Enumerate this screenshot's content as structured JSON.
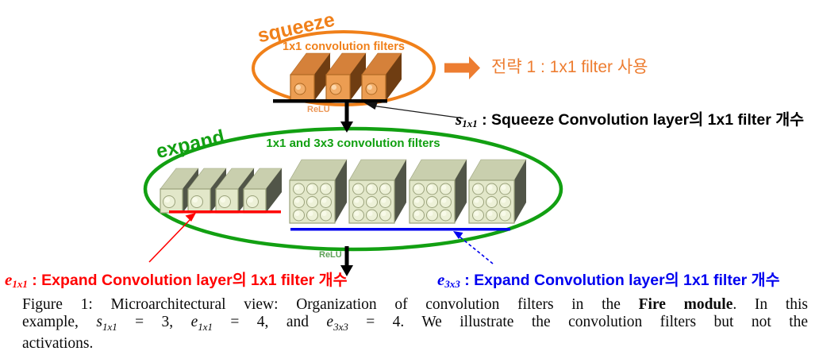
{
  "palette": {
    "orange": "#F0801A",
    "orange_text": "#ED7D31",
    "green": "#12A012",
    "red": "#FF0000",
    "blue": "#0000EE",
    "black": "#000000"
  },
  "squeeze": {
    "label": "squeeze",
    "title": "1x1 convolution filters",
    "filter_count": 3,
    "relu": "ReLU"
  },
  "strategy": {
    "text": "전략 1 : 1x1 filter 사용"
  },
  "squeeze_annotation": {
    "symbol": "s",
    "subscript": "1x1",
    "text": " : Squeeze Convolution layer의 1x1 filter 개수"
  },
  "expand": {
    "label": "expand",
    "title": "1x1 and 3x3 convolution filters",
    "filter_1x1_count": 4,
    "filter_3x3_count": 4,
    "relu": "ReLU"
  },
  "expand_1x1_annotation": {
    "symbol": "e",
    "subscript": "1x1",
    "text": " : Expand Convolution layer의 1x1 filter 개수"
  },
  "expand_3x3_annotation": {
    "symbol": "e",
    "subscript": "3x3",
    "text": " : Expand Convolution layer의 1x1 filter 개수"
  },
  "caption": {
    "l1a": "Figure 1: Microarchitectural view: Organization of convolution filters in the ",
    "l1b": "Fire module",
    "l1c": ". In this",
    "l2a": "example, ",
    "s_sym": "s",
    "s_sub": "1x1",
    "l2b": " = 3, ",
    "e1_sym": "e",
    "e1_sub": "1x1",
    "l2c": " = 4, and ",
    "e3_sym": "e",
    "e3_sub": "3x3",
    "l2d": " = 4. We illustrate the convolution filters but not the",
    "l3": "activations."
  }
}
